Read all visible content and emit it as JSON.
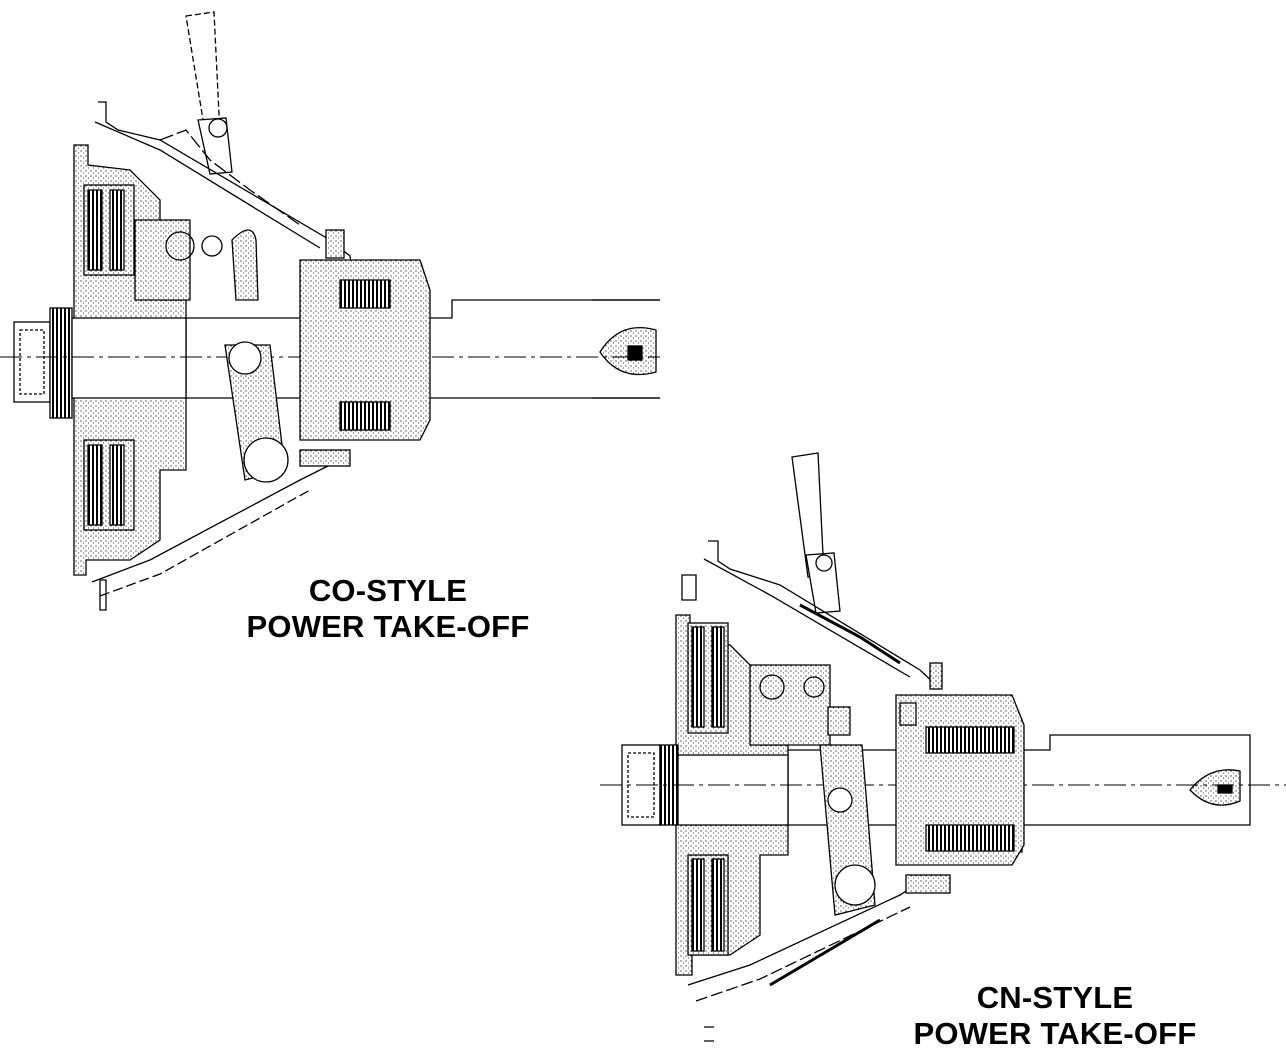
{
  "figures": [
    {
      "caption_line1": "CO-STYLE",
      "caption_line2": "POWER TAKE-OFF"
    },
    {
      "caption_line1": "CN-STYLE",
      "caption_line2": "POWER TAKE-OFF"
    }
  ],
  "colors": {
    "ink": "#000000",
    "stipple": "#000000",
    "background": "#ffffff"
  }
}
